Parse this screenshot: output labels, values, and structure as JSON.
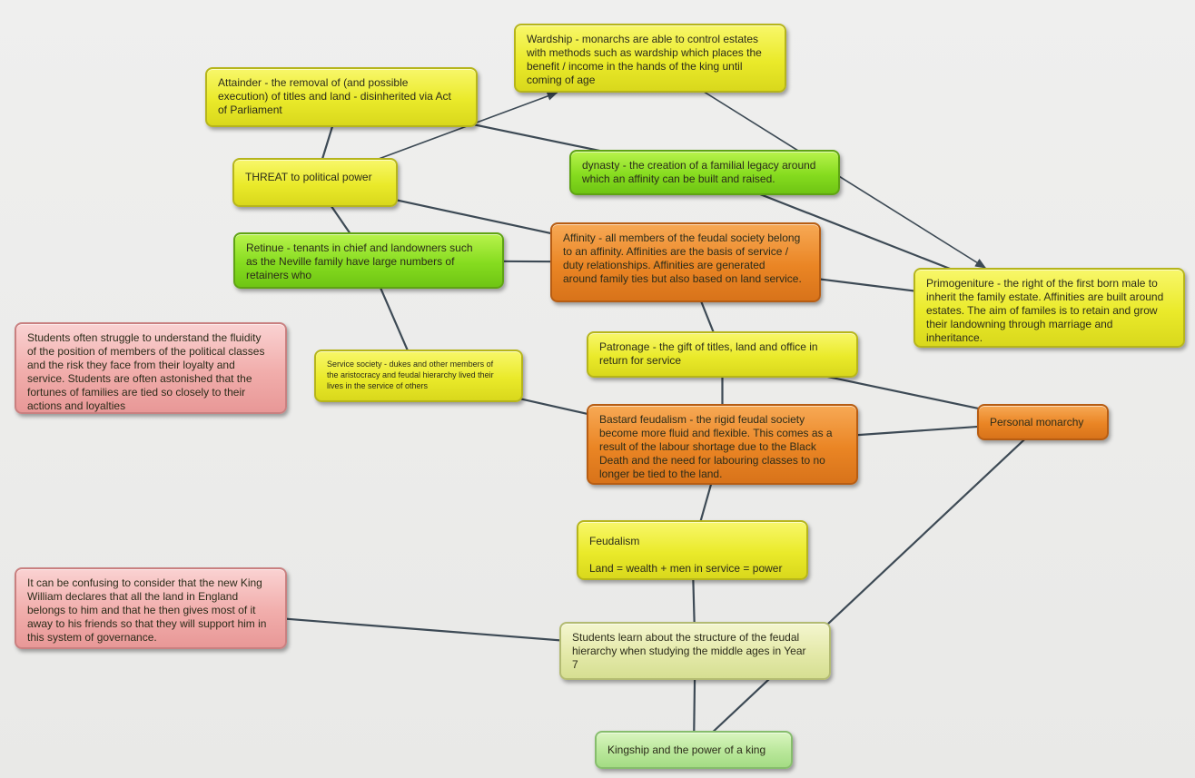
{
  "colors": {
    "yellow": "#eaea2a",
    "green": "#86dc1f",
    "orange": "#ea8524",
    "pink": "#f1adab",
    "pale": "#e4e9a9",
    "palegreen": "#b9e79a",
    "link": "#3d4a55"
  },
  "nodes": {
    "wardship": "Wardship - monarchs are able to control estates\nwith methods such as wardship which places the\nbenefit / income in the hands of the king  until\ncoming of age",
    "attainder": "Attainder - the removal of (and possible\nexecution) of titles and land - disinherited via Act\nof Parliament",
    "threat": "THREAT to political power",
    "dynasty": "dynasty - the creation of a familial legacy around\nwhich an affinity can be built and raised.",
    "retinue": "Retinue - tenants in chief and landowners such\nas the Neville family have large numbers of\nretainers who",
    "affinity": "Affinity  - all members of the feudal society belong\nto an affinity.  Affinities are the basis of service  /\nduty relationships.  Affinities are generated\naround family ties but also based on land service.",
    "primogeniture": "Primogeniture - the right of the first born male to\ninherit the family estate.  Affinities are built around\nestates.  The aim of familes is to retain and grow\ntheir landowning through marriage and\ninheritance.",
    "fluidity": "Students often struggle to understand the fluidity\nof the position of members of the political classes\nand the risk they face from their loyalty and\nservice.  Students are often astonished that the\nfortunes of families are tied so closely to their\nactions and loyalties",
    "service_society": "Service society - dukes and other members of\nthe aristocracy and feudal hierarchy lived their\nlives in the service of others",
    "patronage": "Patronage - the gift of titles, land and office in\nreturn for service",
    "personal_monarchy": "Personal monarchy",
    "bastard_feudalism": "Bastard feudalism - the rigid feudal society\nbecome more fluid and flexible.  This comes as a\nresult of the labour shortage due to the Black\nDeath and the need for labouring classes to no\nlonger be tied to the land.",
    "feudalism_title": "Feudalism",
    "feudalism_formula": "Land = wealth + men in service = power",
    "confusing": "It can be confusing to consider that the new King\nWilliam declares that all the land in England\nbelongs to him and that he then gives most of it\naway to his friends so that they will support him in\nthis system of governance.",
    "structure": "Students learn about the structure of the feudal\nhierarchy when studying the middle ages in Year\n7",
    "kingship": "Kingship and the power of a king"
  },
  "links": [
    [
      "threat",
      "attainder"
    ],
    [
      "threat",
      "wardship",
      "arrow"
    ],
    [
      "attainder",
      "dynasty"
    ],
    [
      "wardship",
      "primogeniture",
      "arrow"
    ],
    [
      "dynasty",
      "primogeniture"
    ],
    [
      "threat",
      "retinue"
    ],
    [
      "threat",
      "affinity"
    ],
    [
      "retinue",
      "affinity"
    ],
    [
      "retinue",
      "service_society"
    ],
    [
      "affinity",
      "primogeniture"
    ],
    [
      "affinity",
      "patronage"
    ],
    [
      "service_society",
      "bastard_feudalism"
    ],
    [
      "patronage",
      "bastard_feudalism"
    ],
    [
      "patronage",
      "personal_monarchy"
    ],
    [
      "bastard_feudalism",
      "personal_monarchy"
    ],
    [
      "bastard_feudalism",
      "feudalism"
    ],
    [
      "feudalism",
      "structure"
    ],
    [
      "confusing",
      "structure"
    ],
    [
      "structure",
      "kingship"
    ],
    [
      "personal_monarchy",
      "kingship"
    ]
  ]
}
